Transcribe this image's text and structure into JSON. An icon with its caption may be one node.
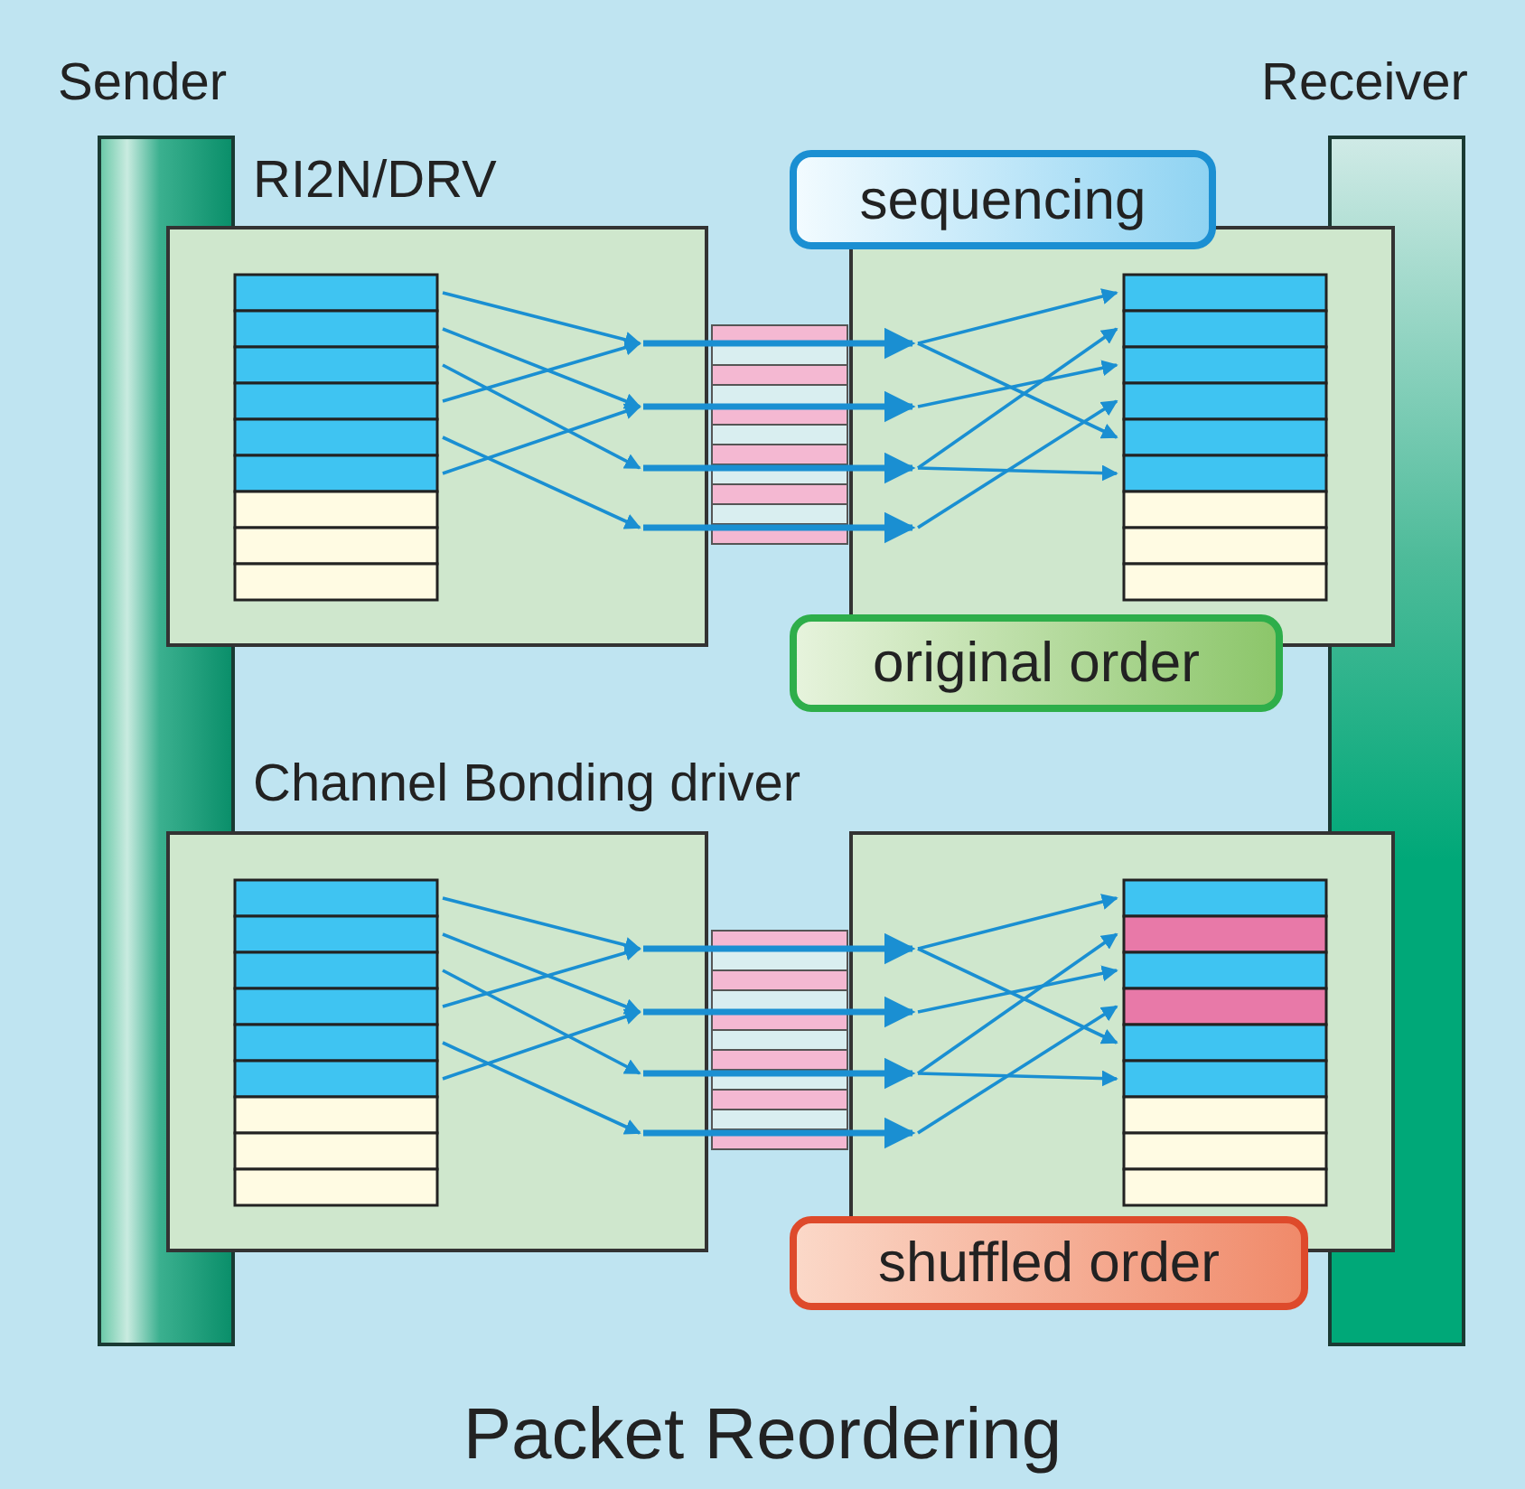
{
  "diagram": {
    "title": "Packet Reordering",
    "nodes": [
      {
        "text": [
          "Sender"
        ]
      },
      {
        "text": [
          "Receiver"
        ]
      },
      {
        "text": [],
        "shape": "box"
      },
      {
        "text": [],
        "shape": "box"
      },
      {
        "text": [],
        "shape": "box"
      },
      {
        "text": [],
        "shape": "box"
      },
      {
        "text": [
          "sequencing"
        ]
      },
      {
        "text": [
          "original order"
        ]
      },
      {
        "text": [
          "shuffled order"
        ]
      }
    ],
    "edges": [
      {
        "from": 2,
        "to": 3,
        "arrow": "to"
      },
      {
        "from": 2,
        "to": 3,
        "arrow": "to"
      },
      {
        "from": 2,
        "to": 3,
        "arrow": "to"
      },
      {
        "from": 2,
        "to": 3,
        "arrow": "to"
      },
      {
        "from": 4,
        "to": 5,
        "arrow": "to"
      },
      {
        "from": 4,
        "to": 5,
        "arrow": "to"
      },
      {
        "from": 4,
        "to": 5,
        "arrow": "to"
      },
      {
        "from": 4,
        "to": 5,
        "arrow": "to"
      }
    ],
    "labels": [
      "RI2N/DRV",
      "Channel Bonding driver"
    ]
  }
}
